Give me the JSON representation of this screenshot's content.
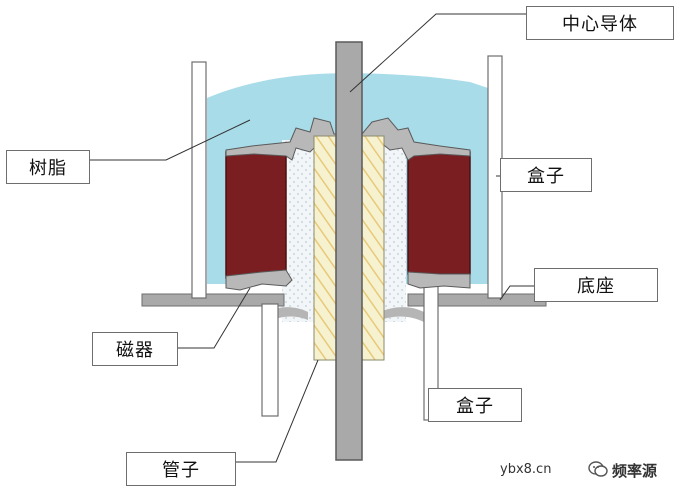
{
  "labels": {
    "center_conductor": "中心导体",
    "resin": "树脂",
    "box_right": "盒子",
    "base": "底座",
    "ceramic": "磁器",
    "box_lower": "盒子",
    "tube": "管子"
  },
  "watermark": {
    "site": "ybx8.cn",
    "brand": "频率源"
  },
  "colors": {
    "resin": "#a8dce8",
    "magnet": "#7a1e22",
    "metal": "#a9a9a9",
    "dielectric": "#f4efc9"
  }
}
